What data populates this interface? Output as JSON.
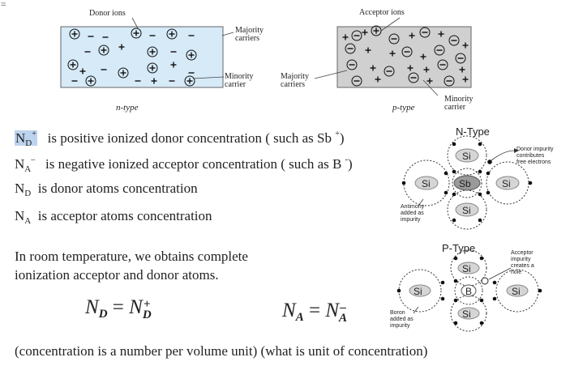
{
  "corner_mark": "=",
  "top_diagram": {
    "donor_title": "Donor ions",
    "acceptor_title": "Acceptor ions",
    "majority_carriers_n": "Majority\ncarriers",
    "minority_carrier_n": "Minority\ncarrier",
    "majority_carriers_p": "Majority\ncarriers",
    "minority_carrier_p": "Minority\ncarrier",
    "n_type": "n-type",
    "p_type": "p-type"
  },
  "definitions": [
    {
      "symbol": "N",
      "sub": "D",
      "sup": "+",
      "text": "is positive ionized donor concentration ( such as Sb",
      "ion_sup": "+",
      "close": ")"
    },
    {
      "symbol": "N",
      "sub": "A",
      "sup": "–",
      "text": "is negative ionized acceptor concentration ( such as B",
      "ion_sup": "-",
      "close": ")"
    },
    {
      "symbol": "N",
      "sub": "D",
      "text": "is donor atoms concentration"
    },
    {
      "symbol": "N",
      "sub": "A",
      "text": "is acceptor atoms concentration"
    }
  ],
  "paragraph": {
    "line1": "In room temperature, we obtains complete",
    "line2": "ionization acceptor and donor atoms."
  },
  "equations": {
    "eq1_lhs": "N",
    "eq1_lhs_sub": "D",
    "eq1_rhs": "N",
    "eq1_rhs_sub": "D",
    "eq1_rhs_sup": "+",
    "eq2_lhs": "N",
    "eq2_lhs_sub": "A",
    "eq2_rhs": "N",
    "eq2_rhs_sub": "A",
    "eq2_rhs_sup": "–",
    "equals": "="
  },
  "footer": "(concentration is a number per volume unit) (what is unit of concentration)",
  "n_type_figure": {
    "title": "N-Type",
    "center_atom": "Sb",
    "si": "Si",
    "donor_note": "Donor impurity\ncontributes\nfree electrons",
    "antimony_note": "Antimony\nadded as\nimpurity"
  },
  "p_type_figure": {
    "title": "P-Type",
    "center_atom": "B",
    "si": "Si",
    "acceptor_note": "Acceptor\nimpurity\ncreates a\nhole",
    "boron_note": "Boron\nadded as\nimpurity"
  },
  "colors": {
    "n_box": "#d6eaf8",
    "p_box": "#d0d0d0",
    "highlight": "#bcd3ee"
  }
}
